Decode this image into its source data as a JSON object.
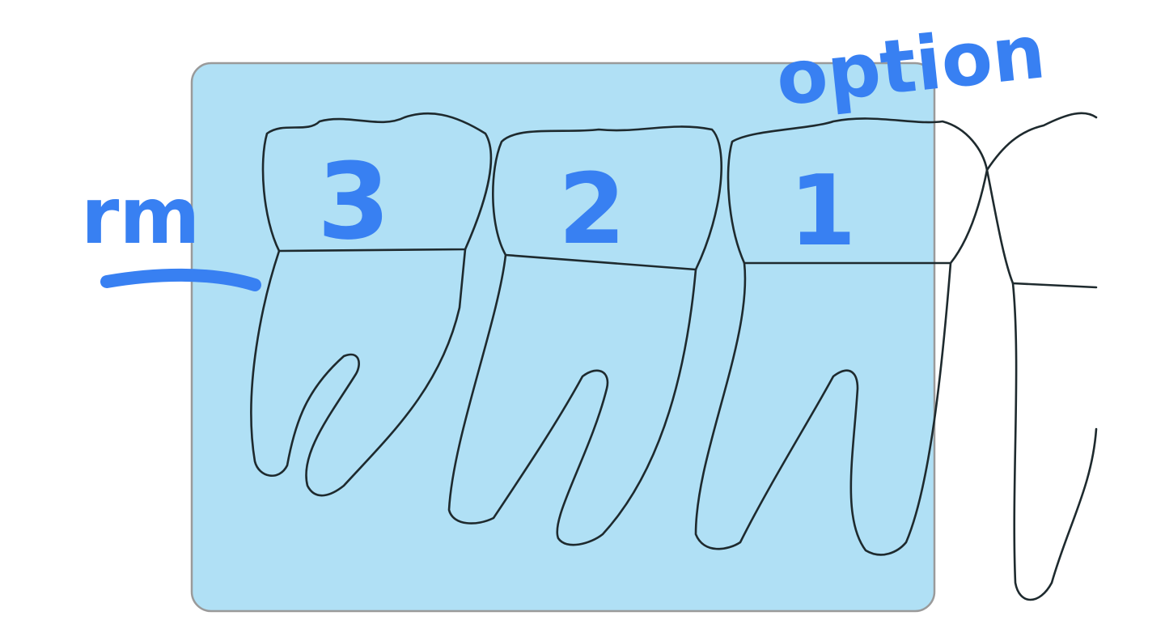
{
  "colors": {
    "highlight_fill": "#b0e0f5",
    "highlight_border": "#9a9a9a",
    "annotation": "#3880f2",
    "tooth_outline": "#1e2a2e"
  },
  "annotations": {
    "top_right": "option",
    "tooth_3": "3",
    "tooth_2": "2",
    "tooth_1": "1",
    "left": "rm"
  }
}
